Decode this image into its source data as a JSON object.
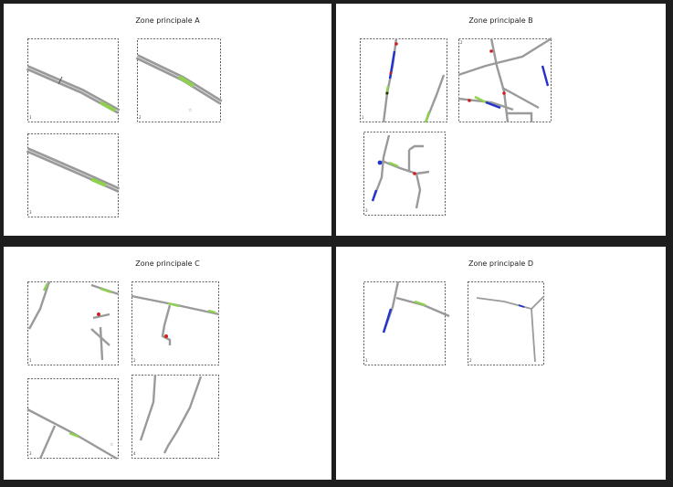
{
  "zones": [
    {
      "id": "A",
      "title": "Zone principale A",
      "panel_labels": [
        "1",
        "2",
        "3"
      ]
    },
    {
      "id": "B",
      "title": "Zone principale B",
      "panel_labels": [
        "1",
        "2",
        "3"
      ]
    },
    {
      "id": "C",
      "title": "Zone principale C",
      "panel_labels": [
        "1",
        "2",
        "3",
        "4"
      ]
    },
    {
      "id": "D",
      "title": "Zone principale D",
      "panel_labels": [
        "1",
        "2"
      ]
    }
  ],
  "colors": {
    "road": "#9a9a9a",
    "road_highlight_green": "#8fd14f",
    "road_highlight_blue": "#2233cc",
    "marker_red": "#cc2222",
    "frame": "#333333",
    "background": "#1e1e1e"
  }
}
